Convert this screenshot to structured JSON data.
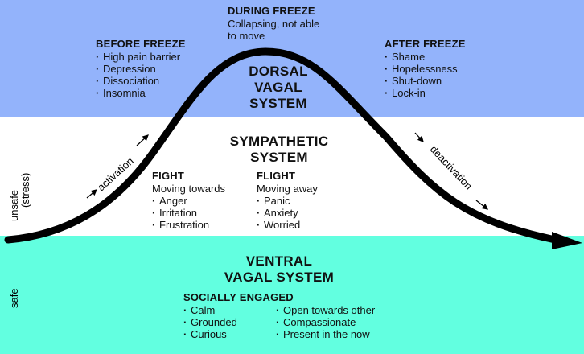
{
  "colors": {
    "dorsal": "#93b3fb",
    "sympathetic": "#ffffff",
    "ventral": "#62ffe0",
    "curve": "#000000"
  },
  "axis": {
    "unsafe": "unsafe",
    "stress": "(stress)",
    "safe": "safe"
  },
  "curve_labels": {
    "activation": "activation",
    "deactivation": "deactivation"
  },
  "during_freeze": {
    "title": "DURING FREEZE",
    "line1": "Collapsing, not able",
    "line2": "to move"
  },
  "before_freeze": {
    "title": "BEFORE FREEZE",
    "items": [
      "High pain barrier",
      "Depression",
      "Dissociation",
      "Insomnia"
    ]
  },
  "after_freeze": {
    "title": "AFTER FREEZE",
    "items": [
      "Shame",
      "Hopelessness",
      "Shut-down",
      "Lock-in"
    ]
  },
  "dorsal": {
    "line1": "DORSAL",
    "line2": "VAGAL",
    "line3": "SYSTEM"
  },
  "sympathetic": {
    "line1": "SYMPATHETIC",
    "line2": "SYSTEM"
  },
  "fight": {
    "title": "FIGHT",
    "subtitle": "Moving towards",
    "items": [
      "Anger",
      "Irritation",
      "Frustration"
    ]
  },
  "flight": {
    "title": "FLIGHT",
    "subtitle": "Moving away",
    "items": [
      "Panic",
      "Anxiety",
      "Worried"
    ]
  },
  "ventral": {
    "line1": "VENTRAL",
    "line2": "VAGAL SYSTEM"
  },
  "social": {
    "title": "SOCIALLY ENGAGED",
    "left": [
      "Calm",
      "Grounded",
      "Curious"
    ],
    "right": [
      "Open towards other",
      "Compassionate",
      "Present in the now"
    ]
  }
}
